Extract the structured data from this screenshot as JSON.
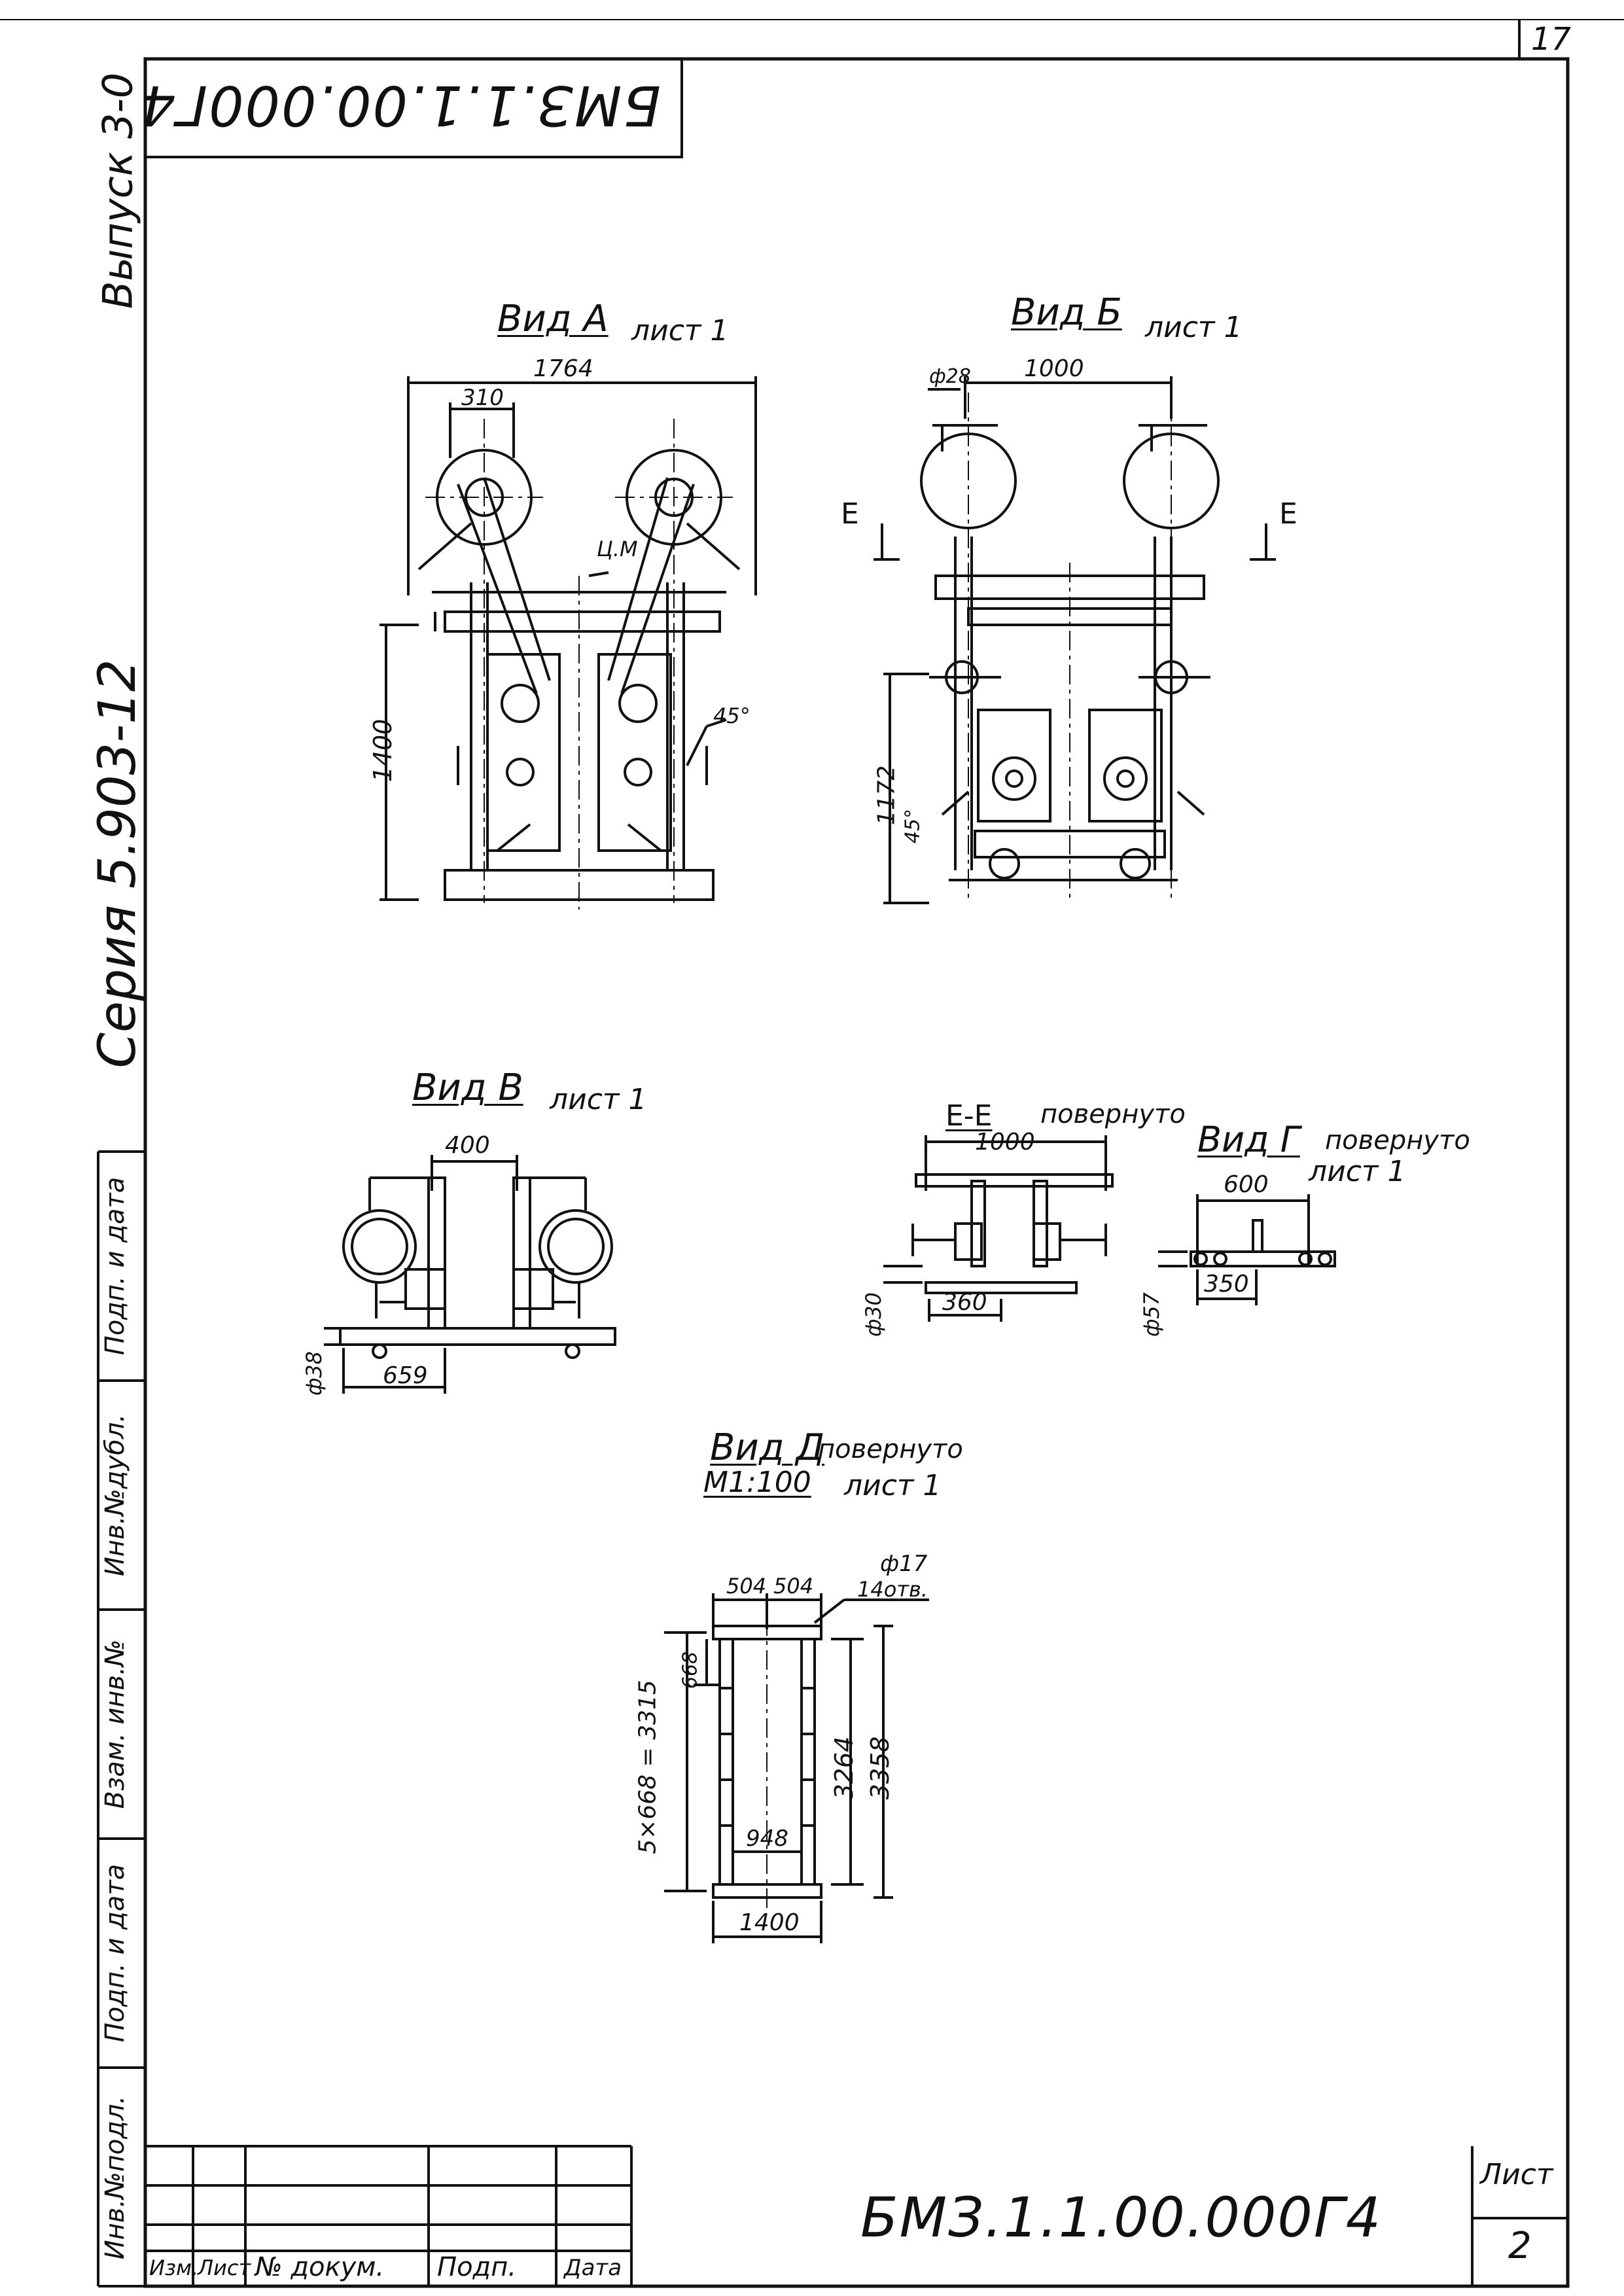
{
  "page": {
    "page_number": "17",
    "top_stamp_mirrored": "БМЗ.1.1.00.000Г4",
    "left_margin": {
      "series": "Серия 5.903-12",
      "issue": "Выпуск 3-0"
    },
    "side_stamp_labels": [
      "Инв.№подл.",
      "Подп. и дата",
      "Взам. инв.№",
      "Инв.№дубл.",
      "Подп. и дата"
    ]
  },
  "views": {
    "view_a": {
      "title": "Вид А",
      "sheet": "лист 1",
      "dims": {
        "total_width": "1764",
        "offset": "310",
        "height": "1400",
        "angle": "45°",
        "label": "Ц.М"
      }
    },
    "view_b": {
      "title": "Вид Б",
      "sheet": "лист 1",
      "dims": {
        "width": "1000",
        "pipe": "ф28",
        "height": "1172",
        "angle": "45°",
        "section_left": "Е",
        "section_right": "Е"
      }
    },
    "view_v": {
      "title": "Вид В",
      "sheet": "лист 1",
      "dims": {
        "width": "400",
        "pipe": "ф38",
        "base": "659"
      }
    },
    "section_ee": {
      "title": "Е-Е",
      "note": "повернуто",
      "dims": {
        "width": "1000",
        "pipe": "ф30",
        "base": "360"
      }
    },
    "view_g": {
      "title": "Вид Г",
      "note": "повернуто",
      "sheet": "лист 1",
      "dims": {
        "width": "600",
        "pipe": "ф57",
        "base": "350"
      }
    },
    "view_d": {
      "title": "Вид Д",
      "note": "повернуто",
      "scale": "М1:100",
      "sheet": "лист 1",
      "dims": {
        "top_a": "504",
        "top_b": "504",
        "hole": "ф17",
        "holes": "14отв.",
        "pitch": "668",
        "total_pitch": "5×668 = 3315",
        "inner_h": "3264",
        "outer_h": "3358",
        "inner_w": "948",
        "outer_w": "1400"
      }
    }
  },
  "title_block": {
    "columns": [
      "Изм.",
      "Лист",
      "№ докум.",
      "Подп.",
      "Дата"
    ],
    "designation": "БМЗ.1.1.00.000Г4",
    "sheet_label": "Лист",
    "sheet_number": "2"
  }
}
